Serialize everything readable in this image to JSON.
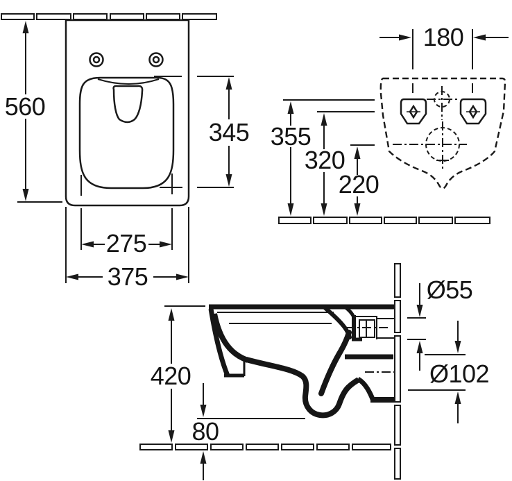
{
  "drawing": {
    "subject": "Wall-hung toilet installation dimension drawing",
    "background": "#ffffff",
    "line_color": "#1a1a1a",
    "views": {
      "front": {
        "name": "front view",
        "dimensions": {
          "overall_height": "560",
          "seat_depth": "345",
          "bowl_width": "275",
          "overall_width": "375"
        }
      },
      "rear": {
        "name": "rear mounting view",
        "dimensions": {
          "bolt_spacing": "180",
          "supply_height": "355",
          "bolt_height": "320",
          "outlet_height": "220"
        }
      },
      "side": {
        "name": "side section view",
        "dimensions": {
          "depth": "420",
          "floor_clearance": "80",
          "inlet_diameter": "Ø55",
          "outlet_diameter": "Ø102"
        }
      }
    }
  }
}
